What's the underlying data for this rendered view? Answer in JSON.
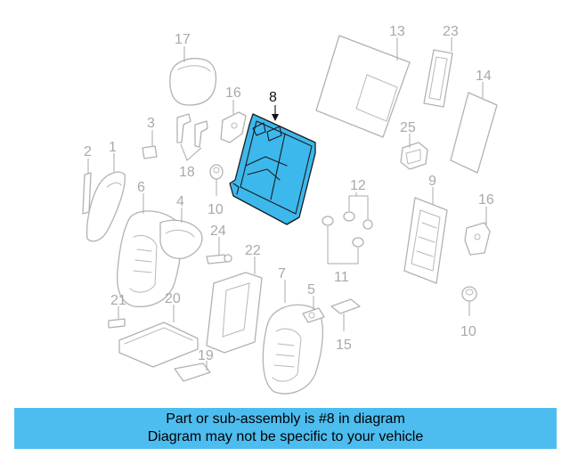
{
  "diagram": {
    "highlighted_part": "8",
    "colors": {
      "highlight": "#3cb8ec",
      "outline": "#b2b2b2",
      "label": "#a9a9a9",
      "banner": "#4dbdf0"
    },
    "labels": {
      "p1": "1",
      "p2": "2",
      "p3": "3",
      "p4": "4",
      "p5": "5",
      "p6": "6",
      "p7": "7",
      "p8": "8",
      "p9": "9",
      "p10a": "10",
      "p10b": "10",
      "p11": "11",
      "p12": "12",
      "p13": "13",
      "p14": "14",
      "p15": "15",
      "p16a": "16",
      "p16b": "16",
      "p17": "17",
      "p18": "18",
      "p19": "19",
      "p20": "20",
      "p21": "21",
      "p22": "22",
      "p23": "23",
      "p24": "24",
      "p25": "25"
    }
  },
  "banner": {
    "line1": "Part or sub-assembly is #8 in diagram",
    "line2": "Diagram may not be specific to your vehicle"
  }
}
